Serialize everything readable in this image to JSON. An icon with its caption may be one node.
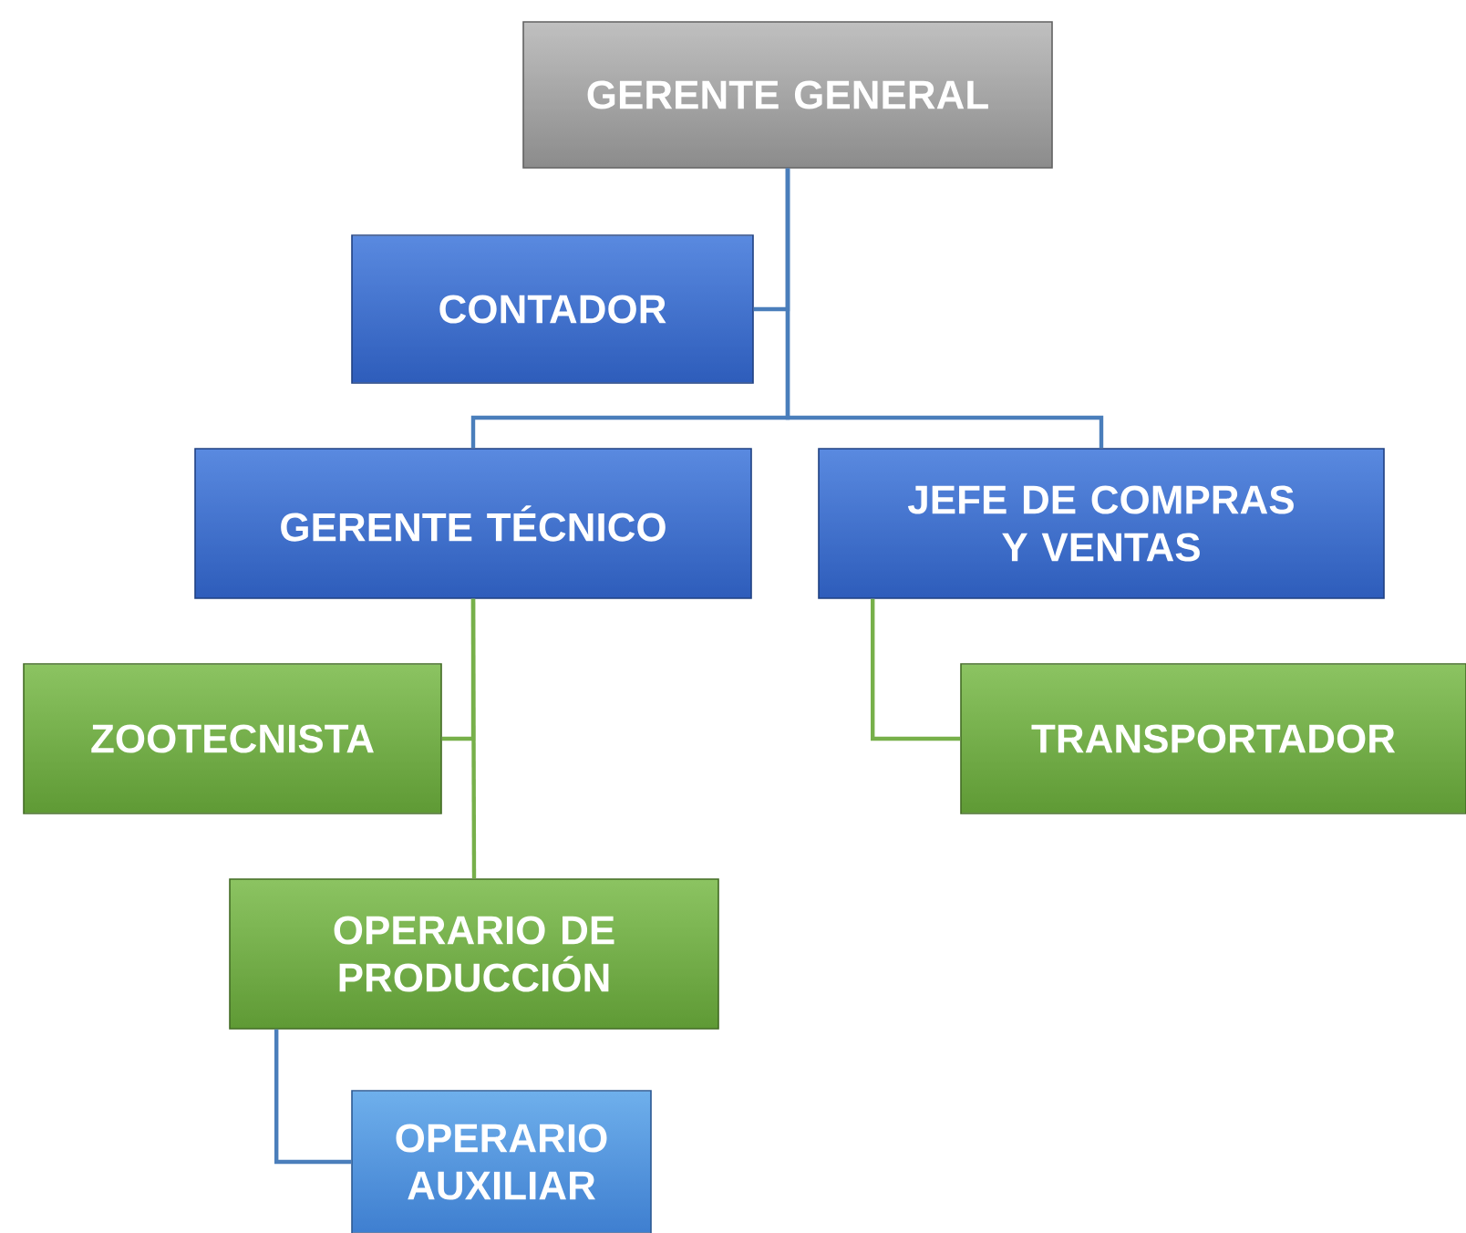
{
  "diagram": {
    "nodes": [
      {
        "text": [
          "GERENTE GENERAL"
        ]
      },
      {
        "text": [
          "CONTADOR"
        ]
      },
      {
        "text": [
          "GERENTE TÉCNICO"
        ]
      },
      {
        "text": [
          "JEFE DE COMPRAS Y VENTAS"
        ]
      },
      {
        "text": [
          "ZOOTECNISTA"
        ]
      },
      {
        "text": [
          "TRANSPORTADOR"
        ]
      },
      {
        "text": [
          "OPERARIO DE PRODUCCIÓN"
        ]
      },
      {
        "text": [
          "OPERARIO AUXILIAR"
        ]
      }
    ],
    "edges": [
      {
        "from": 0,
        "to": 1,
        "arrow": "none"
      },
      {
        "from": 0,
        "to": 2,
        "arrow": "none"
      },
      {
        "from": 0,
        "to": 3,
        "arrow": "none"
      },
      {
        "from": 2,
        "to": 4,
        "arrow": "none",
        "color": "#77b04a"
      },
      {
        "from": 2,
        "to": 6,
        "arrow": "none",
        "color": "#77b04a"
      },
      {
        "from": 3,
        "to": 5,
        "arrow": "none",
        "color": "#77b04a"
      },
      {
        "from": 6,
        "to": 7,
        "arrow": "none"
      }
    ]
  }
}
